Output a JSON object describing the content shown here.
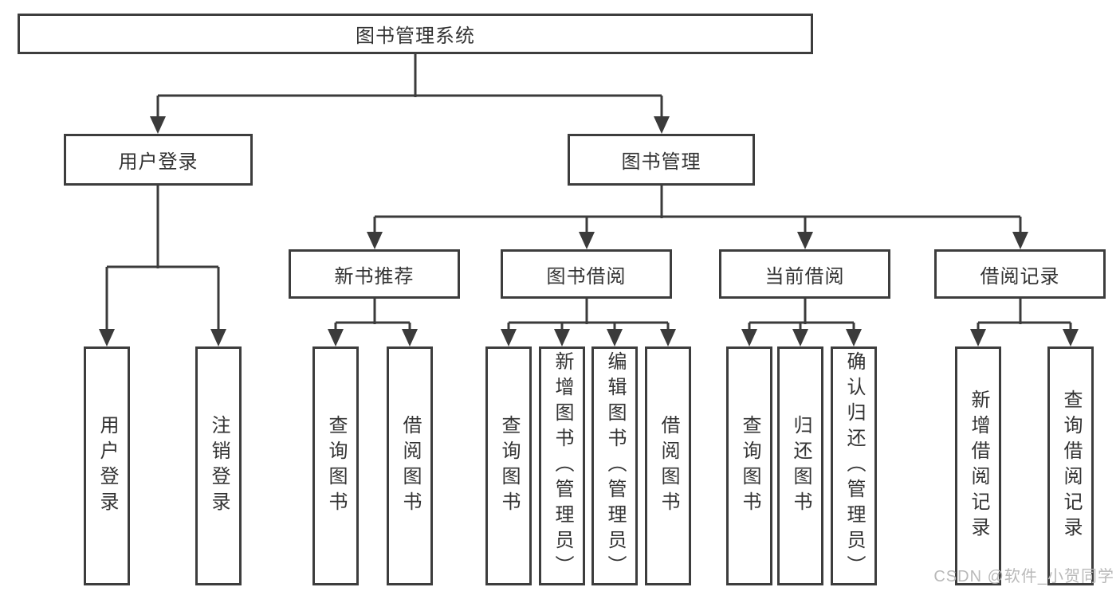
{
  "colors": {
    "line": "#3b3b3b",
    "box_border": "#3d3d3d",
    "text": "#333333",
    "watermark_text": "#b9b9b9",
    "background": "#ffffff"
  },
  "tree": {
    "root": "图书管理系统",
    "login": {
      "label": "用户登录",
      "children": [
        "用户登录",
        "注销登录"
      ]
    },
    "management": {
      "label": "图书管理",
      "groups": [
        {
          "label": "新书推荐",
          "children": [
            "查询图书",
            "借阅图书"
          ]
        },
        {
          "label": "图书借阅",
          "children": [
            "查询图书",
            "新增图书（管理员）",
            "编辑图书（管理员）",
            "借阅图书"
          ]
        },
        {
          "label": "当前借阅",
          "children": [
            "查询图书",
            "归还图书",
            "确认归还（管理员）"
          ]
        },
        {
          "label": "借阅记录",
          "children": [
            "新增借阅记录",
            "查询借阅记录"
          ]
        }
      ]
    }
  },
  "watermark": {
    "text": "CSDN @软件_小贺同学"
  }
}
